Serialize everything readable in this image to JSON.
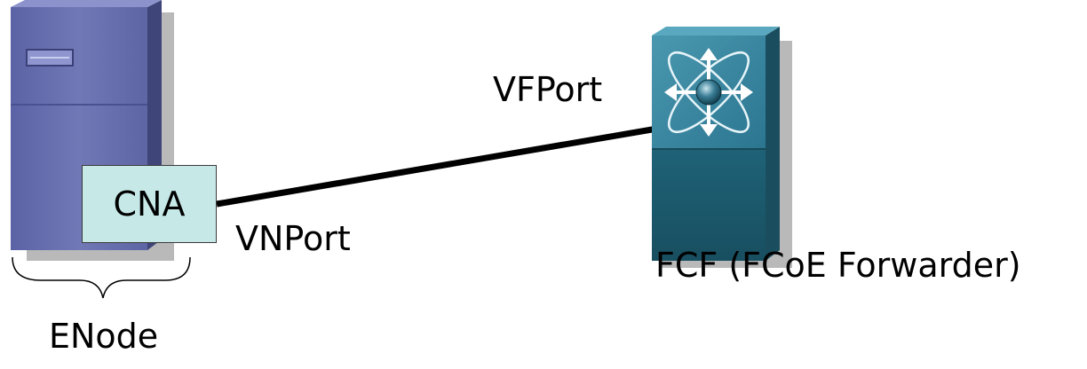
{
  "nodes": {
    "enode": {
      "label": "ENode"
    },
    "cna": {
      "label": "CNA"
    },
    "fcf": {
      "label": "FCF (FCoE Forwarder)"
    }
  },
  "ports": {
    "vn": {
      "label": "VNPort"
    },
    "vf": {
      "label": "VFPort"
    }
  },
  "colors": {
    "server_front": "#6a72b0",
    "server_side": "#3f4579",
    "switch_top": "#3c8aa3",
    "switch_bottom": "#1e5a6e",
    "cna_fill": "#c6e9e8",
    "link": "#000000"
  }
}
